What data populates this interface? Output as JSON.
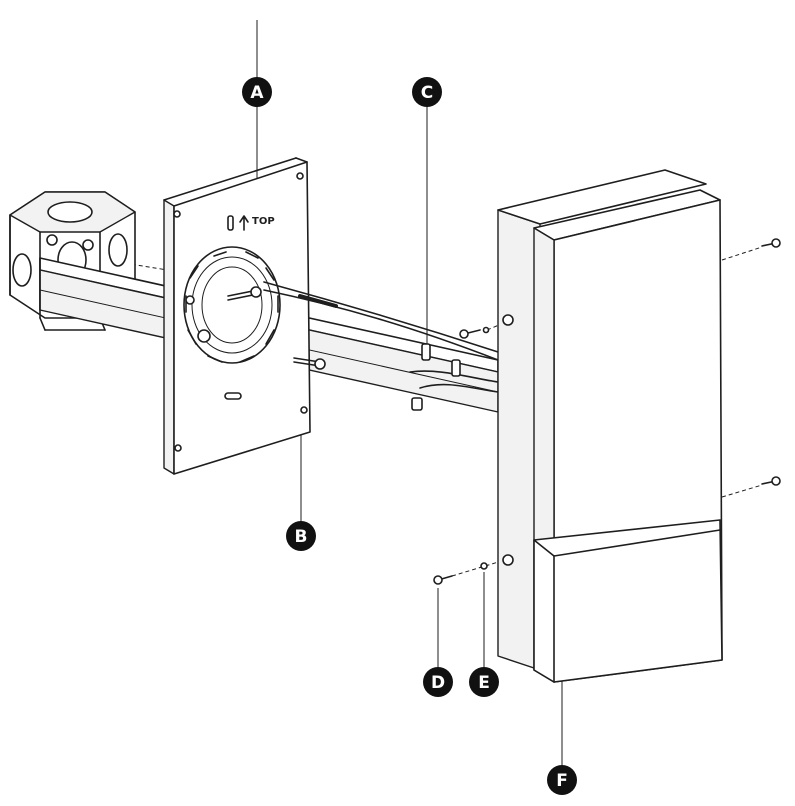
{
  "plate": {
    "top_label": "TOP"
  },
  "callouts": [
    {
      "id": "a",
      "letter": "A"
    },
    {
      "id": "b",
      "letter": "B"
    },
    {
      "id": "c",
      "letter": "C"
    },
    {
      "id": "d",
      "letter": "D"
    },
    {
      "id": "e",
      "letter": "E"
    },
    {
      "id": "f",
      "letter": "F"
    }
  ],
  "colors": {
    "ink": "#1e1e1e",
    "callout_fill": "#111111",
    "callout_text": "#ffffff"
  }
}
